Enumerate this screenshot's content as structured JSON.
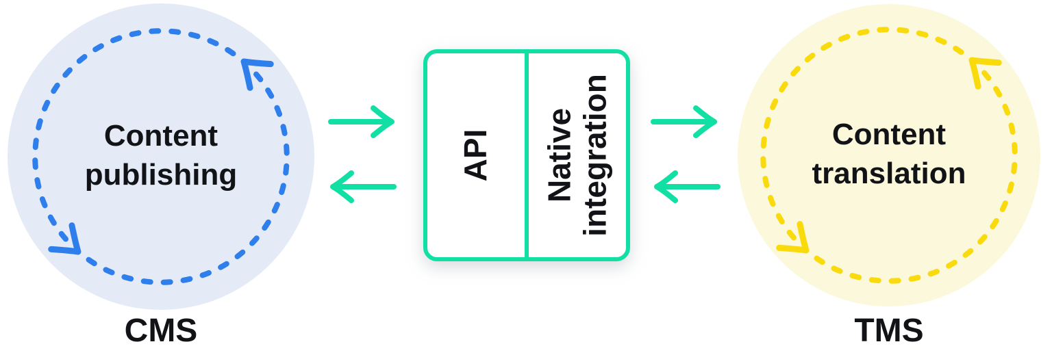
{
  "colors": {
    "green": "#12DFA3",
    "blue": "#2E7FEC",
    "yellow": "#F9DB0D",
    "blue-fill": "#E4EBF6",
    "yellow-fill": "#FBF8DC",
    "text": "#121316",
    "bg": "#FFFFFF"
  },
  "left_cycle": {
    "label": "Content\npublishing",
    "caption": "CMS"
  },
  "connector": {
    "api_label": "API",
    "native_label": "Native\nintegration"
  },
  "right_cycle": {
    "label": "Content\ntranslation",
    "caption": "TMS"
  }
}
